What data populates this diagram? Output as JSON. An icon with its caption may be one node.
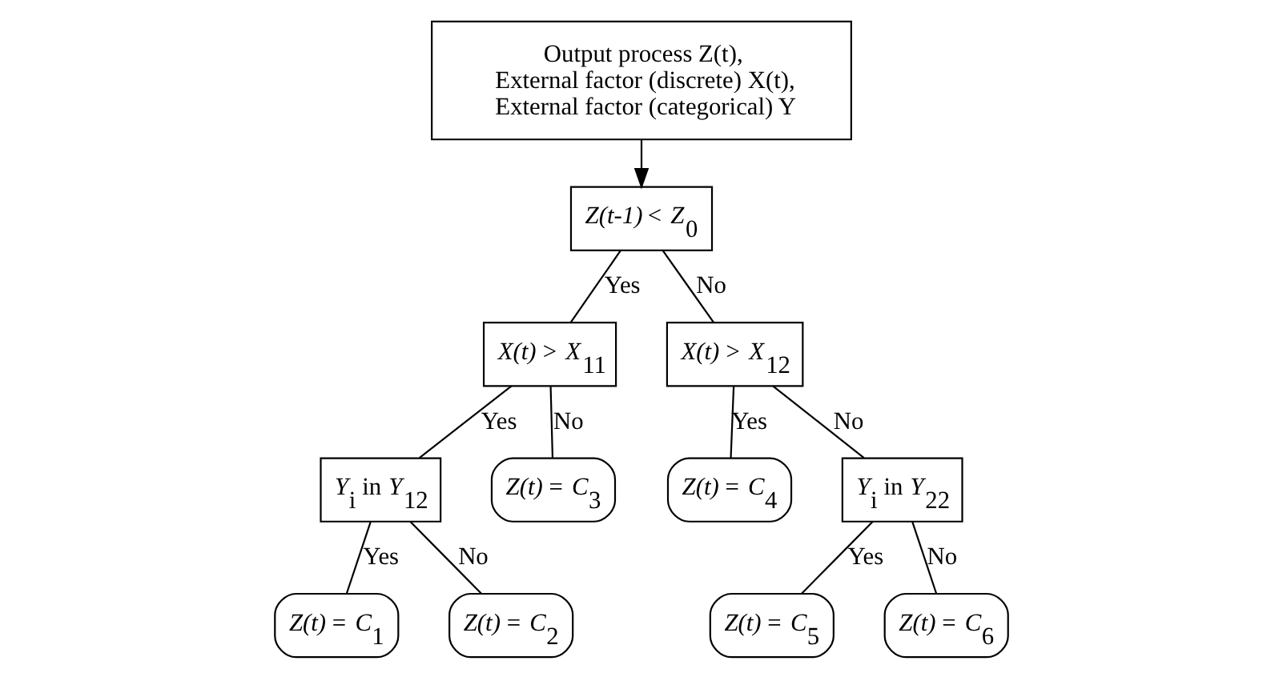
{
  "diagram": {
    "nodes": [
      {
        "text": [
          "Output process Z(t), External factor (discrete) X(t), External factor (categorical) Y"
        ]
      },
      {
        "text": [
          "*Z(t-1)* < *Z*$_{0}$"
        ]
      },
      {
        "text": [
          "*X(t)* > *X*$_{11}$"
        ]
      },
      {
        "text": [
          "*X(t)* > *X*$_{12}$"
        ]
      },
      {
        "text": [
          "*Y*$_{i}$ in *Y*$_{12}$"
        ]
      },
      {
        "text": [
          "*Z(t)* = *C*$_{3}$"
        ]
      },
      {
        "text": [
          "*Z(t)* = *C*$_{4}$"
        ]
      },
      {
        "text": [
          "*Y*$_{i}$ in *Y*$_{22}$"
        ]
      },
      {
        "text": [
          "*Z(t)* = *C*$_{1}$"
        ]
      },
      {
        "text": [
          "*Z(t)* = *C*$_{2}$"
        ]
      },
      {
        "text": [
          "*Z(t)* = *C*$_{5}$"
        ]
      },
      {
        "text": [
          "*Z(t)* = *C*$_{6}$"
        ]
      }
    ],
    "edges": [
      {
        "from": 0,
        "to": 1,
        "arrow": "to"
      },
      {
        "from": 1,
        "to": 2,
        "arrow": "none",
        "label": "Yes"
      },
      {
        "from": 1,
        "to": 3,
        "arrow": "none",
        "label": "No"
      },
      {
        "from": 2,
        "to": 4,
        "arrow": "none",
        "label": "Yes"
      },
      {
        "from": 2,
        "to": 5,
        "arrow": "none",
        "label": "No"
      },
      {
        "from": 3,
        "to": 6,
        "arrow": "none",
        "label": "Yes"
      },
      {
        "from": 3,
        "to": 7,
        "arrow": "none",
        "label": "No"
      },
      {
        "from": 4,
        "to": 8,
        "arrow": "none",
        "label": "Yes"
      },
      {
        "from": 4,
        "to": 9,
        "arrow": "none",
        "label": "No"
      },
      {
        "from": 7,
        "to": 10,
        "arrow": "none",
        "label": "Yes"
      },
      {
        "from": 7,
        "to": 11,
        "arrow": "none",
        "label": "No"
      }
    ]
  }
}
